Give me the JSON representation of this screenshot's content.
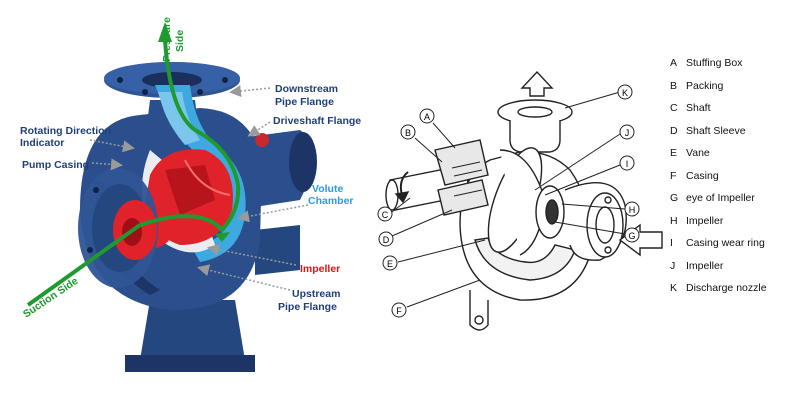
{
  "left_diagram": {
    "labels": {
      "pressure_side_1": "Pressure",
      "pressure_side_2": "Side",
      "downstream_flange_1": "Downstream",
      "downstream_flange_2": "Pipe Flange",
      "driveshaft_flange": "Driveshaft Flange",
      "rotating_direction_1": "Rotating Direction",
      "rotating_direction_2": "Indicator",
      "pump_casing": "Pump Casing",
      "volute_chamber_1": "Volute",
      "volute_chamber_2": "Chamber",
      "impeller": "Impeller",
      "upstream_flange_1": "Upstream",
      "upstream_flange_2": "Pipe Flange",
      "suction_side": "Suction Side"
    },
    "colors": {
      "casing": "#2b4f8c",
      "casing_dark": "#1d3566",
      "water": "#3ea8e0",
      "impeller": "#e0222a",
      "flow_arrow": "#1f9a2e",
      "label": "#1f3f78",
      "impeller_label": "#d8161c",
      "volute_label": "#2a9be0"
    }
  },
  "right_diagram": {
    "callouts": [
      "A",
      "B",
      "C",
      "D",
      "E",
      "F",
      "G",
      "H",
      "I",
      "J",
      "K"
    ],
    "legend": [
      {
        "key": "A",
        "text": "Stuffing Box"
      },
      {
        "key": "B",
        "text": "Packing"
      },
      {
        "key": "C",
        "text": "Shaft"
      },
      {
        "key": "D",
        "text": "Shaft Sleeve"
      },
      {
        "key": "E",
        "text": "Vane"
      },
      {
        "key": "F",
        "text": "Casing"
      },
      {
        "key": "G",
        "text": "eye of Impeller"
      },
      {
        "key": "H",
        "text": "Impeller"
      },
      {
        "key": "I",
        "text": "Casing wear ring"
      },
      {
        "key": "J",
        "text": "Impeller"
      },
      {
        "key": "K",
        "text": "Discharge nozzle"
      }
    ]
  }
}
